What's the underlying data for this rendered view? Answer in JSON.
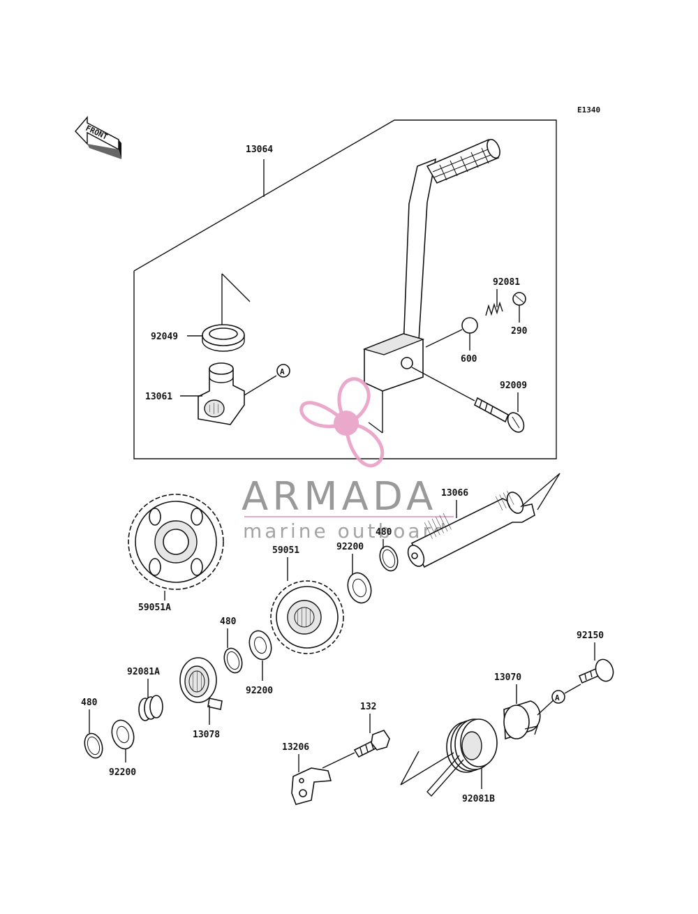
{
  "diagram_code": "E1340",
  "front_label": "FRONT",
  "ref_marker": "A",
  "watermark": {
    "title": "ARMADA",
    "subtitle": "marine outboards",
    "accent_color": "#e8a0c6",
    "text_color": "#8e8e8e"
  },
  "parts": {
    "p13064": "13064",
    "p92081": "92081",
    "p290": "290",
    "p600": "600",
    "p92009": "92009",
    "p92049": "92049",
    "p13061": "13061",
    "p13066": "13066",
    "p480a": "480",
    "p92200a": "92200",
    "p59051": "59051",
    "p59051A": "59051A",
    "p480b": "480",
    "p92200b": "92200",
    "p92081A": "92081A",
    "p13078": "13078",
    "p480c": "480",
    "p92200c": "92200",
    "p132": "132",
    "p13206": "13206",
    "p92150": "92150",
    "p13070": "13070",
    "p92081B": "92081B"
  }
}
